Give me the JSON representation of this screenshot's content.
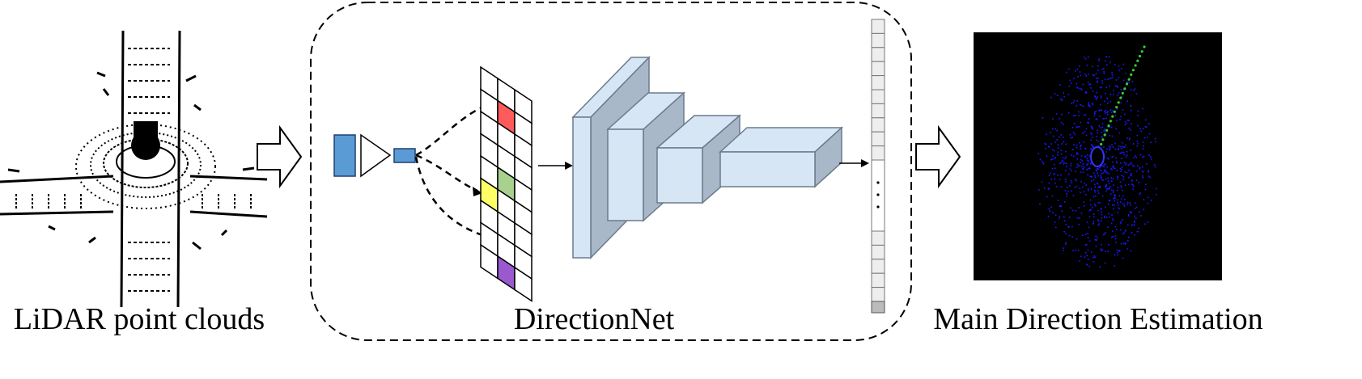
{
  "captions": {
    "input": "LiDAR point clouds",
    "network": "DirectionNet",
    "output": "Main Direction Estimation"
  },
  "colors": {
    "feature_blue": "#5b9bd5",
    "cell_red": "#ff5b5b",
    "cell_green": "#a9d18e",
    "cell_yellow": "#ffff66",
    "cell_purple": "#9b59d0",
    "block_front": "#d6e6f5",
    "block_side": "#a8b8c8",
    "output_vector_cell": "#eeeeee",
    "output_vector_last": "#bbbbbb",
    "output_bg": "#000000",
    "points_blue": "#1a1aff",
    "direction_points": "#33cc33"
  },
  "icons": {
    "flow_arrow": "hollow-right-arrow-icon",
    "pooling": "triangle-icon"
  }
}
